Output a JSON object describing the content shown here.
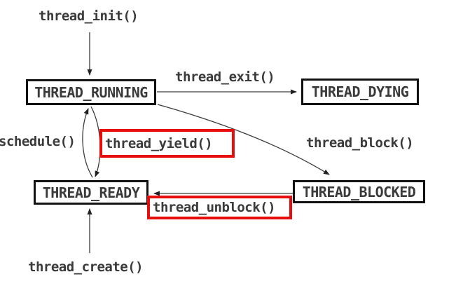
{
  "diagram": {
    "kind": "thread-state-machine",
    "states": [
      {
        "id": "running",
        "label": "THREAD_RUNNING"
      },
      {
        "id": "dying",
        "label": "THREAD_DYING"
      },
      {
        "id": "ready",
        "label": "THREAD_READY"
      },
      {
        "id": "blocked",
        "label": "THREAD_BLOCKED"
      }
    ],
    "transitions": [
      {
        "id": "init",
        "label": "thread_init()",
        "from": "start",
        "to": "THREAD_RUNNING",
        "highlighted": false
      },
      {
        "id": "exit",
        "label": "thread_exit()",
        "from": "THREAD_RUNNING",
        "to": "THREAD_DYING",
        "highlighted": false
      },
      {
        "id": "schedule",
        "label": "schedule()",
        "from": "THREAD_READY",
        "to": "THREAD_RUNNING",
        "highlighted": false
      },
      {
        "id": "yield",
        "label": "thread_yield()",
        "from": "THREAD_RUNNING",
        "to": "THREAD_READY",
        "highlighted": true
      },
      {
        "id": "block",
        "label": "thread_block()",
        "from": "THREAD_RUNNING",
        "to": "THREAD_BLOCKED",
        "highlighted": false
      },
      {
        "id": "unblock",
        "label": "thread_unblock()",
        "from": "THREAD_BLOCKED",
        "to": "THREAD_READY",
        "highlighted": true
      },
      {
        "id": "create",
        "label": "thread_create()",
        "from": "new",
        "to": "THREAD_READY",
        "highlighted": false
      }
    ],
    "colors": {
      "highlight_border": "#e60d0d",
      "text": "#3a3a3a",
      "box_border": "#111111",
      "arrow": "#3c3c3c",
      "background": "#ffffff"
    }
  }
}
